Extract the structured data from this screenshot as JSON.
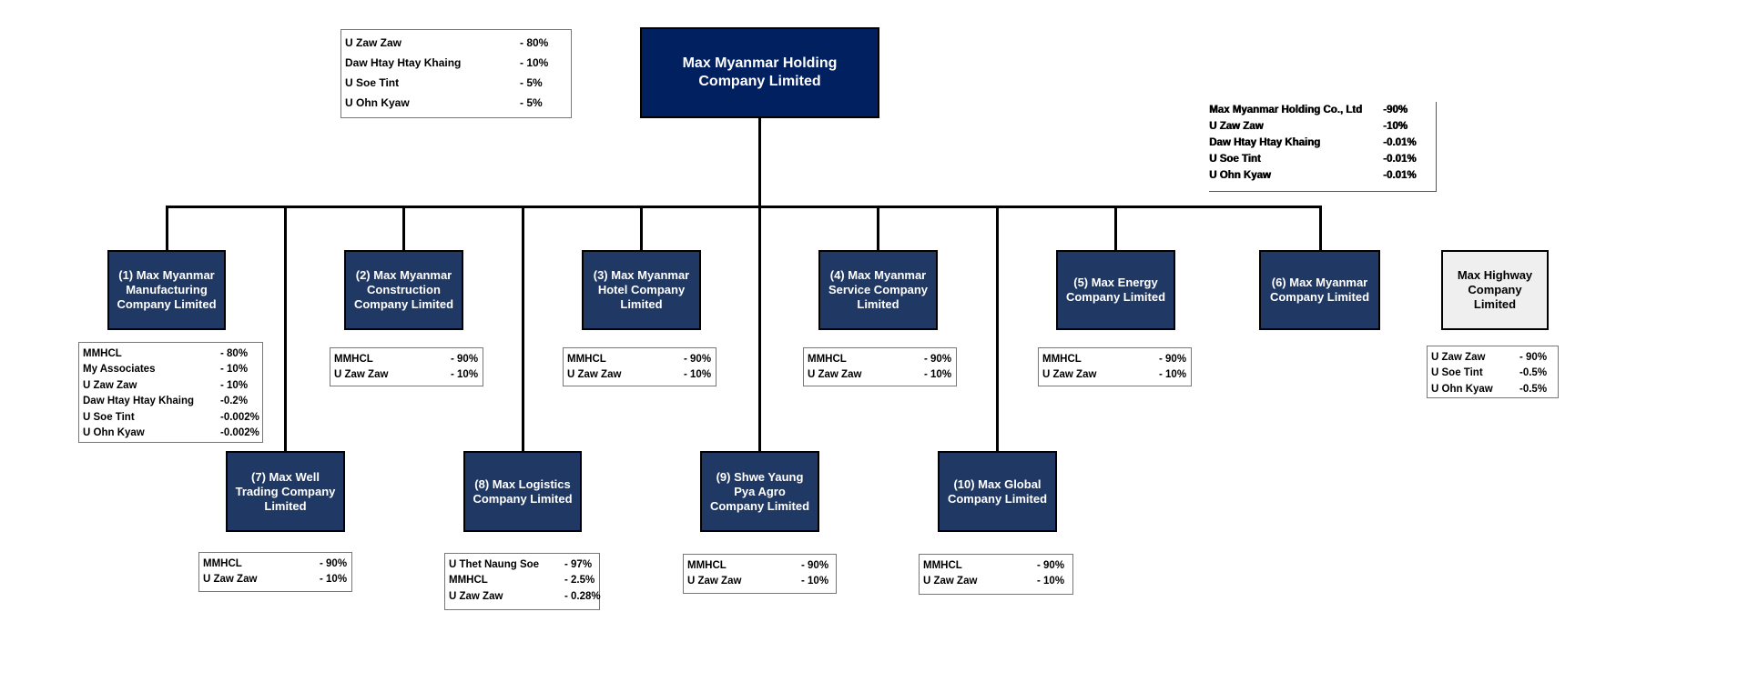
{
  "parent": {
    "name": "Max Myanmar Holding Company Limited",
    "color": "#002060",
    "shareholders": [
      {
        "name": "U Zaw Zaw",
        "pct": "- 80%"
      },
      {
        "name": "Daw Htay Htay Khaing",
        "pct": "- 10%"
      },
      {
        "name": "U Soe Tint",
        "pct": "- 5%"
      },
      {
        "name": "U Ohn Kyaw",
        "pct": "- 5%"
      }
    ]
  },
  "right_table": [
    {
      "name": "Max Myanmar Holding Co., Ltd",
      "pct": "-90%"
    },
    {
      "name": "U Zaw Zaw",
      "pct": "-10%"
    },
    {
      "name": "Daw Htay Htay Khaing",
      "pct": "-0.01%"
    },
    {
      "name": "U Soe Tint",
      "pct": "-0.01%"
    },
    {
      "name": "U Ohn Kyaw",
      "pct": "-0.01%"
    }
  ],
  "subsidiaries": [
    {
      "name": "(1) Max Myanmar Manufacturing Company Limited",
      "shareholders": [
        {
          "name": "MMHCL",
          "pct": "- 80%"
        },
        {
          "name": "My Associates",
          "pct": "- 10%"
        },
        {
          "name": "U Zaw Zaw",
          "pct": "- 10%"
        },
        {
          "name": "Daw Htay Htay Khaing",
          "pct": "-0.2%"
        },
        {
          "name": "U Soe Tint",
          "pct": "-0.002%"
        },
        {
          "name": "U Ohn Kyaw",
          "pct": "-0.002%"
        }
      ]
    },
    {
      "name": "(2) Max Myanmar Construction Company Limited",
      "shareholders": [
        {
          "name": "MMHCL",
          "pct": "- 90%"
        },
        {
          "name": "U Zaw Zaw",
          "pct": "- 10%"
        }
      ]
    },
    {
      "name": "(3) Max Myanmar Hotel Company Limited",
      "shareholders": [
        {
          "name": "MMHCL",
          "pct": "- 90%"
        },
        {
          "name": "U Zaw Zaw",
          "pct": "- 10%"
        }
      ]
    },
    {
      "name": "(4) Max Myanmar Service Company Limited",
      "shareholders": [
        {
          "name": "MMHCL",
          "pct": "- 90%"
        },
        {
          "name": "U Zaw Zaw",
          "pct": "- 10%"
        }
      ]
    },
    {
      "name": "(5) Max Energy Company Limited",
      "shareholders": [
        {
          "name": "MMHCL",
          "pct": "- 90%"
        },
        {
          "name": "U Zaw Zaw",
          "pct": "- 10%"
        }
      ]
    },
    {
      "name": "(6) Max Myanmar Company Limited",
      "shareholders": []
    },
    {
      "name": "(7) Max Well Trading Company Limited",
      "shareholders": [
        {
          "name": "MMHCL",
          "pct": "- 90%"
        },
        {
          "name": "U Zaw Zaw",
          "pct": "- 10%"
        }
      ]
    },
    {
      "name": "(8) Max Logistics Company Limited",
      "shareholders": [
        {
          "name": "U Thet Naung Soe",
          "pct": "- 97%"
        },
        {
          "name": "MMHCL",
          "pct": "- 2.5%"
        },
        {
          "name": "U Zaw Zaw",
          "pct": "- 0.28%"
        }
      ]
    },
    {
      "name": "(9) Shwe Yaung Pya Agro Company Limited",
      "shareholders": [
        {
          "name": "MMHCL",
          "pct": "- 90%"
        },
        {
          "name": "U Zaw Zaw",
          "pct": "- 10%"
        }
      ]
    },
    {
      "name": "(10) Max Global Company Limited",
      "shareholders": [
        {
          "name": "MMHCL",
          "pct": "- 90%"
        },
        {
          "name": "U Zaw Zaw",
          "pct": "- 10%"
        }
      ]
    }
  ],
  "highway": {
    "name": "Max Highway Company Limited",
    "color": "#efefef",
    "shareholders": [
      {
        "name": "U Zaw Zaw",
        "pct": "- 90%"
      },
      {
        "name": "U Soe Tint",
        "pct": "-0.5%"
      },
      {
        "name": "U Ohn Kyaw",
        "pct": "-0.5%"
      }
    ]
  },
  "colors": {
    "subsidiary": "#1f3864",
    "connector": "#000000"
  }
}
